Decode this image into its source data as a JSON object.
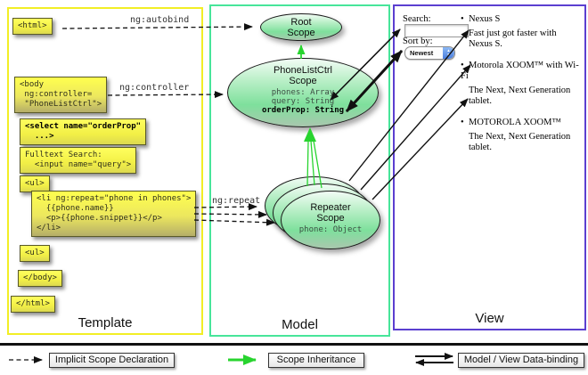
{
  "columns": {
    "template_label": "Template",
    "model_label": "Model",
    "view_label": "View"
  },
  "template_code": {
    "html_open": "<html>",
    "body_open": "<body\n ng:controller=\n \"PhoneListCtrl\">",
    "select": "<select name=\"orderProp\"\n  ...>",
    "fulltext": "Fulltext Search:\n  <input name=\"query\">",
    "ul_open": "<ul>",
    "li": "<li ng:repeat=\"phone in phones\">\n  {{phone.name}}\n  <p>{{phone.snippet}}</p>\n</li>",
    "ul_close": "<ul>",
    "body_close": "</body>",
    "html_close": "</html>"
  },
  "directives": {
    "autobind": "ng:autobind",
    "controller": "ng:controller",
    "repeat": "ng:repeat"
  },
  "scopes": {
    "root_title": "Root\nScope",
    "phonelist_title": "PhoneListCtrl\nScope",
    "phonelist_props": "phones: Array\nquery: String",
    "phonelist_bold_prop": "orderProp: String",
    "repeater_title": "Repeater\nScope",
    "repeater_prop": "phone: Object"
  },
  "view": {
    "search_label": "Search:",
    "sort_label": "Sort by:",
    "sort_value": "Newest",
    "bullet": "•",
    "items": [
      {
        "title": "Nexus S",
        "desc": "Fast just got faster with Nexus S."
      },
      {
        "title": "Motorola XOOM™ with Wi-Fi",
        "desc": "The Next, Next Generation tablet."
      },
      {
        "title": "MOTOROLA XOOM™",
        "desc": "The Next, Next Generation tablet."
      }
    ]
  },
  "legend": {
    "implicit": "Implicit Scope Declaration",
    "inheritance": "Scope Inheritance",
    "binding": "Model / View Data-binding"
  },
  "icons": {
    "stepper_up": "▲",
    "stepper_down": "▼"
  },
  "colors": {
    "template_border": "#f2ee25",
    "model_border": "#47e59a",
    "view_border": "#5b3fd0",
    "code_box_yellow": "#ffff4e",
    "scope_green": "#7ee09c",
    "inheritance_arrow_green": "#28d42f",
    "arrow_black": "#111111"
  }
}
